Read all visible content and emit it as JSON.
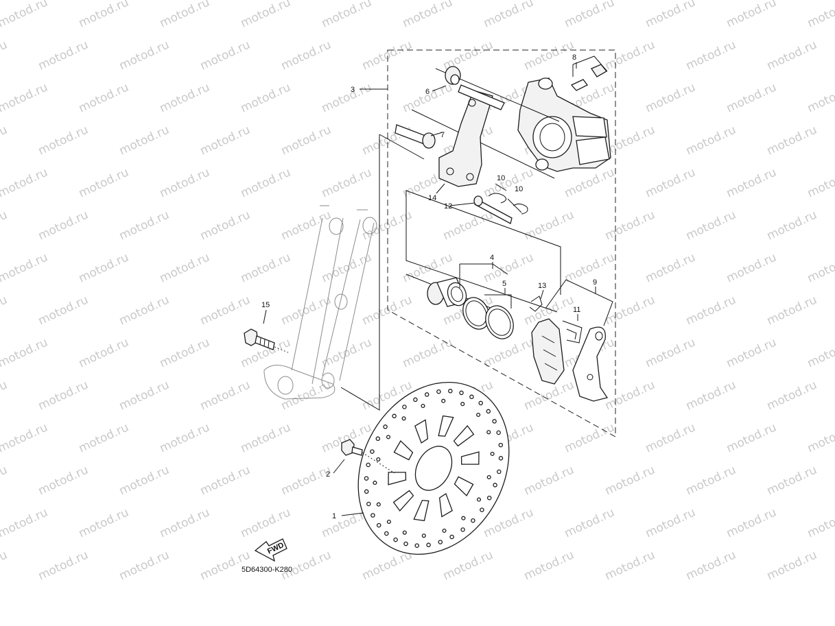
{
  "watermark": {
    "text": "motod.ru"
  },
  "diagram_code": "5D64300-K280",
  "fwd_label": "FWD",
  "callouts": {
    "c1": "1",
    "c2": "2",
    "c3": "3",
    "c4": "4",
    "c5": "5",
    "c6": "6",
    "c7": "7",
    "c8": "8",
    "c9": "9",
    "c10a": "10",
    "c10b": "10",
    "c11": "11",
    "c12": "12",
    "c13": "13",
    "c14": "14",
    "c15": "15"
  }
}
